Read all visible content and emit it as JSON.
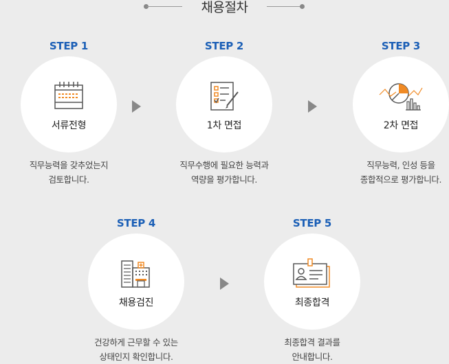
{
  "title": "채용절차",
  "steps": [
    {
      "label": "STEP 1",
      "name": "서류전형",
      "desc_line1": "직무능력을 갖추었는지",
      "desc_line2": "검토합니다."
    },
    {
      "label": "STEP 2",
      "name": "1차 면접",
      "desc_line1": "직무수행에 필요한 능력과",
      "desc_line2": "역량을 평가합니다."
    },
    {
      "label": "STEP 3",
      "name": "2차 면접",
      "desc_line1": "직무능력, 인성 등을",
      "desc_line2": "종합적으로 평가합니다."
    },
    {
      "label": "STEP 4",
      "name": "채용검진",
      "desc_line1": "건강하게 근무할 수 있는",
      "desc_line2": "상태인지 확인합니다."
    },
    {
      "label": "STEP 5",
      "name": "최종합격",
      "desc_line1": "최종합격 결과를",
      "desc_line2": "안내합니다."
    }
  ],
  "icons": [
    "calendar-icon",
    "checklist-icon",
    "pie-chart-icon",
    "building-icon",
    "id-card-icon"
  ],
  "colors": {
    "step_label": "#1b5fb6",
    "accent": "#f08a24",
    "icon_stroke": "#555555",
    "background": "#ececec"
  }
}
